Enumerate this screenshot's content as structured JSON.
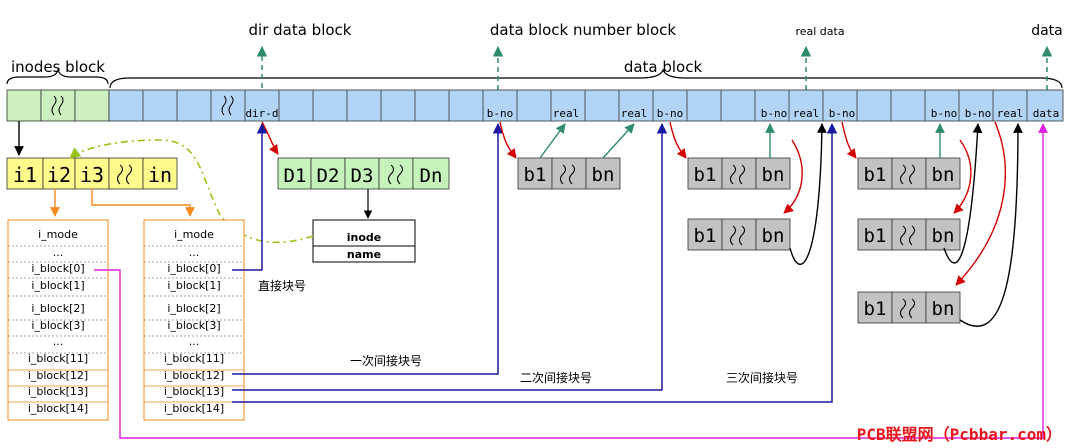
{
  "titles": {
    "inodes_block": "inodes block",
    "data_block": "data block",
    "dir_data_block": "dir data block",
    "data_block_number_block": "data block number block",
    "real_data": "real data",
    "data": "data"
  },
  "strip": {
    "dir_d": "dir-d",
    "b_no": "b-no",
    "real": "real",
    "data": "data"
  },
  "inode_entries": [
    "i1",
    "i2",
    "i3",
    "in"
  ],
  "dir_entries": [
    "D1",
    "D2",
    "D3",
    "Dn"
  ],
  "dir_record": [
    "inode",
    "name"
  ],
  "block_entries": [
    "b1",
    "bn"
  ],
  "inode_table_left": [
    "i_mode",
    "...",
    "i_block[0]",
    "i_block[1]",
    "",
    "i_block[2]",
    "i_block[3]",
    "...",
    "i_block[11]",
    "i_block[12]",
    "i_block[13]",
    "i_block[14]"
  ],
  "inode_table_right": [
    "i_mode",
    "...",
    "i_block[0]",
    "i_block[1]",
    "",
    "i_block[2]",
    "i_block[3]",
    "...",
    "i_block[11]",
    "i_block[12]",
    "i_block[13]",
    "i_block[14]"
  ],
  "labels": {
    "direct": "直接块号",
    "single_indirect": "一次间接块号",
    "double_indirect": "二次间接块号",
    "triple_indirect": "三次间接块号"
  },
  "watermark": "PCB联盟网（Pcbbar.com）",
  "colors": {
    "inode_green": "#ccf0c0",
    "data_blue": "#b3d5f5",
    "yellow": "#fffa8c",
    "light_green": "#c6f2bc",
    "gray": "#c2c2c2",
    "teal": "#2e8b6e",
    "red": "#d40000",
    "navy": "#1a1aa0",
    "orange": "#f58a1e",
    "magenta": "#e020e0",
    "olive": "#9ac21a"
  }
}
